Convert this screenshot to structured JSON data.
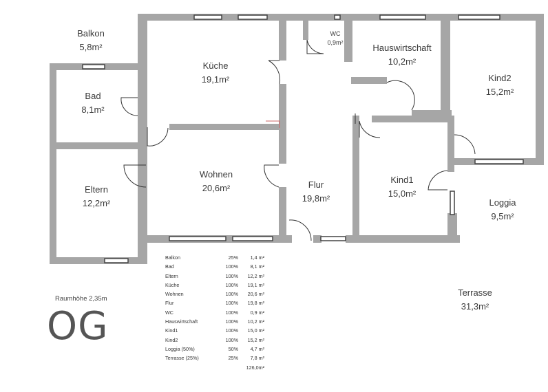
{
  "rooms": {
    "balkon": {
      "name": "Balkon",
      "area": "5,8m²"
    },
    "bad": {
      "name": "Bad",
      "area": "8,1m²"
    },
    "eltern": {
      "name": "Eltern",
      "area": "12,2m²"
    },
    "kueche": {
      "name": "Küche",
      "area": "19,1m²"
    },
    "wohnen": {
      "name": "Wohnen",
      "area": "20,6m²"
    },
    "wc": {
      "name": "WC",
      "area": "0,9m²"
    },
    "flur": {
      "name": "Flur",
      "area": "19,8m²"
    },
    "hauswirtschaft": {
      "name": "Hauswirtschaft",
      "area": "10,2m²"
    },
    "kind1": {
      "name": "Kind1",
      "area": "15,0m²"
    },
    "kind2": {
      "name": "Kind2",
      "area": "15,2m²"
    },
    "loggia": {
      "name": "Loggia",
      "area": "9,5m²"
    },
    "terrasse": {
      "name": "Terrasse",
      "area": "31,3m²"
    }
  },
  "area_table": {
    "rows": [
      {
        "name": "Balkon",
        "pct": "25%",
        "area": "1,4 m²"
      },
      {
        "name": "Bad",
        "pct": "100%",
        "area": "8,1 m²"
      },
      {
        "name": "Eltern",
        "pct": "100%",
        "area": "12,2 m²"
      },
      {
        "name": "Küche",
        "pct": "100%",
        "area": "19,1 m²"
      },
      {
        "name": "Wohnen",
        "pct": "100%",
        "area": "20,6 m²"
      },
      {
        "name": "Flur",
        "pct": "100%",
        "area": "19,8 m²"
      },
      {
        "name": "WC",
        "pct": "100%",
        "area": "0,9 m²"
      },
      {
        "name": "Hauswirtschaft",
        "pct": "100%",
        "area": "10,2 m²"
      },
      {
        "name": "Kind1",
        "pct": "100%",
        "area": "15,0 m²"
      },
      {
        "name": "Kind2",
        "pct": "100%",
        "area": "15,2 m²"
      },
      {
        "name": "Loggia (50%)",
        "pct": "50%",
        "area": "4,7 m²"
      },
      {
        "name": "Terrasse (25%)",
        "pct": "25%",
        "area": "7,8 m²"
      }
    ],
    "total": "126,0m²"
  },
  "raumhoehe": "Raumhöhe 2,35m",
  "floor_label": "OG",
  "colors": {
    "wall": "#a6a6a6",
    "window": "#444444",
    "text": "#3a3a3a"
  }
}
